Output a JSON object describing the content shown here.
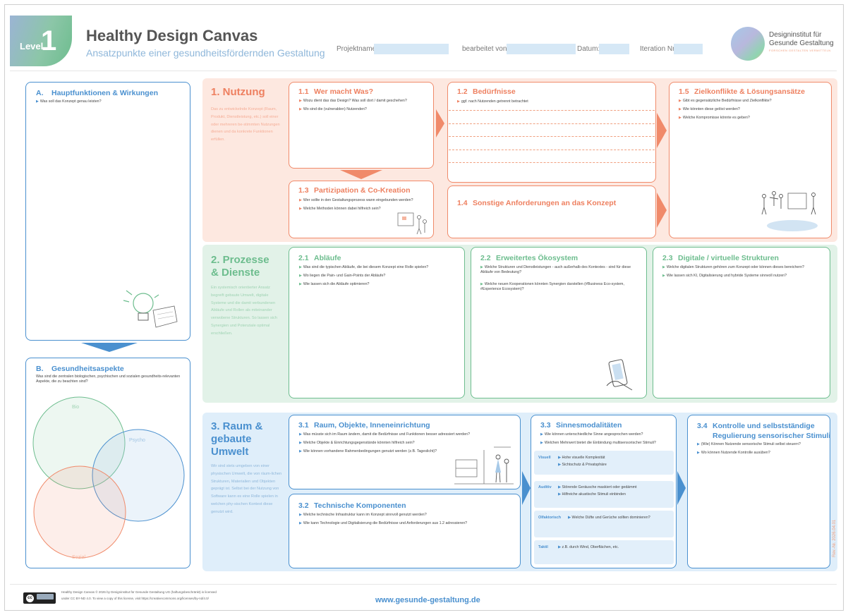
{
  "header": {
    "level_label": "Level",
    "level_number": "1",
    "title": "Healthy Design Canvas",
    "subtitle": "Ansatzpunkte einer gesundheitsfördernden Gestaltung",
    "fields": [
      "Projektname:",
      "bearbeitet von:",
      "Datum:",
      "Iteration Nr.:"
    ],
    "logo_line1": "Designinstitut für",
    "logo_line2": "Gesunde Gestaltung",
    "logo_tagline": "FORSCHEN GESTALTEN VERMITTELN"
  },
  "A": {
    "heading_num": "A.",
    "heading": "Hauptfunktionen & Wirkungen",
    "q1": "Was soll das Konzept genau leisten?"
  },
  "B": {
    "heading_num": "B.",
    "heading": "Gesundheitsaspekte",
    "desc": "Was sind die zentralen biologischen, psychischen und sozialen gesundheits-relevanten Aspekte, die zu beachten sind?",
    "venn": [
      "Bio",
      "Psycho",
      "Sozial"
    ]
  },
  "s1": {
    "title": "1. Nutzung",
    "desc": "Das zu entwickelnde Konzept (Raum, Produkt, Dienstleistung, etc.) soll einer oder mehreren be-stimmten Nutzungen dienen und da konkrete Funktionen erfüllen.",
    "b11": {
      "num": "1.1",
      "title": "Wer macht Was?",
      "q": [
        "Wozu dient das das Design? Was soll dort / damit geschehen?",
        "Wo sind die (vulnerablen) Nutzenden?"
      ]
    },
    "b12": {
      "num": "1.2",
      "title": "Bedürfnisse",
      "q": [
        "ggf. nach Nutzenden getrennt betrachtet"
      ]
    },
    "b13": {
      "num": "1.3",
      "title": "Partizipation & Co-Kreation",
      "q": [
        "Wer sollte in den Gestaltungsprozess wann eingebunden werden?",
        "Welche Methoden können dabei hilfreich sein?"
      ]
    },
    "b14": {
      "num": "1.4",
      "title": "Sonstige Anforderungen an das Konzept"
    },
    "b15": {
      "num": "1.5",
      "title": "Zielkonflikte & Lösungsansätze",
      "q": [
        "Gibt es gegensätzliche Bedürfnisse und Zielkonflikte?",
        "Wie könnten diese gelöst werden?",
        "Welche Kompromisse könnte es geben?"
      ]
    }
  },
  "s2": {
    "title_l1": "2. Prozesse",
    "title_l2": "& Dienste",
    "desc": "Ein systemisch orientierter Ansatz begreift gebaute Umwelt, digitale Systeme und die damit verbundenen Abläufe und Rollen als miteinander verwobene Strukturen. So lassen sich Synergien und Potenziale optimal erschließen.",
    "b21": {
      "num": "2.1",
      "title": "Abläufe",
      "q": [
        "Was sind die typischen Abläufe, die bei diesem Konzept eine Rolle spielen?",
        "Wo liegen die Pain- und Gain-Points der Abläufe?",
        "Wie lassen sich die Abläufe optimieren?"
      ]
    },
    "b22": {
      "num": "2.2",
      "title": "Erweitertes Ökosystem",
      "q": [
        "Welche Strukturen und Dienstleistungen - auch außerhalb des Kontextes - sind für diese Abläufe von Bedeutung?",
        "Welche neuen Kooperationen könnten Synergien darstellen (#Business Eco-system, #Experience Ecosystem)?"
      ]
    },
    "b23": {
      "num": "2.3",
      "title": "Digitale / virtuelle Strukturen",
      "q": [
        "Welche digitalen Strukturen gehören zum Konzept oder können dieses bereichern?",
        "Wie lassen sich KI, Digitalisierung und hybride Systeme sinnvoll nutzen?"
      ]
    }
  },
  "s3": {
    "title_l1": "3. Raum &",
    "title_l2": "gebaute",
    "title_l3": "Umwelt",
    "desc": "Wir sind stets umgeben von einer physischen Umwelt, die von räum-lichen Strukturen, Materialien und Objekten geprägt ist. Selbst bei der Nutzung von Software kann es eine Rolle spielen in welchen phy-sischen Kontext diese genutzt wird.",
    "b31": {
      "num": "3.1",
      "title": "Raum, Objekte, Inneneinrichtung",
      "q": [
        "Was müsste sich im Raum ändern, damit die Bedürfnisse und Funktionen besser adressiert werden?",
        "Welche Objekte & Einrichtungsgegenstände könnten hilfreich sein?",
        "Wie können vorhandene Rahmenbedingungen genutzt werden (z.B. Tageslicht)?"
      ]
    },
    "b32": {
      "num": "3.2",
      "title": "Technische Komponenten",
      "q": [
        "Welche technische Infrastruktur kann im Konzept sinnvoll genutzt werden?",
        "Wie kann Technologie und Digitalisierung die Bedürfnisse und Anforderungen aus 1.2 adressieren?"
      ]
    },
    "b33": {
      "num": "3.3",
      "title": "Sinnesmodalitäten",
      "q": [
        "Wie können unterschiedliche Sinne angesprochen werden?",
        "Welchen Mehrwert bietet die Einbindung multisensorischer Stimuli?"
      ],
      "senses": [
        {
          "label": "Visuell",
          "items": [
            "Hohe visuelle Komplexität",
            "Sichtschutz & Privatsphäre"
          ]
        },
        {
          "label": "Auditiv",
          "items": [
            "Störende Geräusche maskiert oder gedämmt",
            "Hilfreiche akustische Stimuli einbinden"
          ]
        },
        {
          "label": "Olfaktorisch",
          "items": [
            "Welche Düfte und Gerüche sollten dominieren?"
          ]
        },
        {
          "label": "Taktil",
          "items": [
            "z.B. durch Wind, Oberflächen, etc."
          ]
        }
      ]
    },
    "b34": {
      "num": "3.4",
      "title_l1": "Kontrolle und selbstständige",
      "title_l2": "Regulierung sensorischer Stimuli",
      "q": [
        "(Wie) Können Nutzende sensorische Stimuli selbst steuern?",
        "Wo können Nutzende Kontrolle ausüben?"
      ]
    }
  },
  "footer": {
    "license_l1": "Healthy Design Canvas © 2026 by Designinstitut für Gesunde Gestaltung UG (haftungsbeschränkt) is licensed",
    "license_l2": "under CC BY-ND 4.0. To view a copy of this license, visit https://creativecommons.org/licenses/by-nd/4.0/",
    "url": "www.gesunde-gestaltung.de",
    "revision": "Rev.-Nr. 2026.04.01"
  },
  "colors": {
    "blue": "#4a90cf",
    "orange": "#f08a6a",
    "green": "#6dbd8e"
  }
}
